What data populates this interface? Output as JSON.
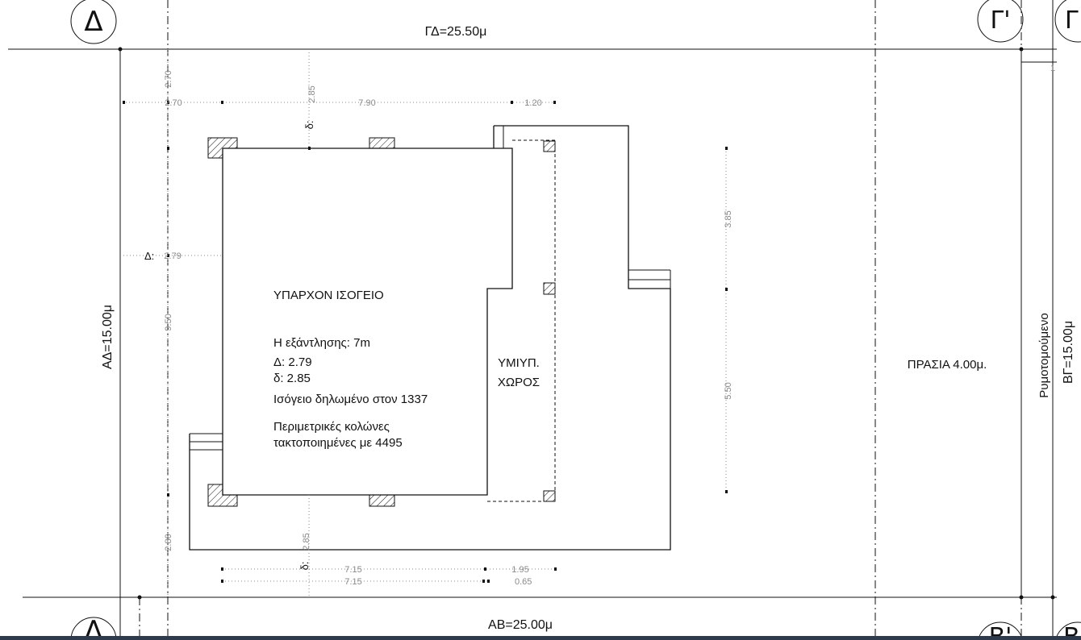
{
  "corners": {
    "top_left": "Δ",
    "top_right": "Γ'",
    "top_far_right": "Γ",
    "bottom_left": "Δ",
    "bottom_right": "Β'",
    "bottom_far_right": "Β"
  },
  "boundaries": {
    "top": "ΓΔ=25.50μ",
    "bottom": "ΑΒ=25.00μ",
    "left": "ΑΔ=15.00μ",
    "right": "ΒΓ=15.00μ",
    "right_note": "Ρυμοτομούμενο"
  },
  "building": {
    "title": "ΥΠΑΡΧΟΝ ΙΣΟΓΕΙΟ",
    "height_line": "Η εξάντλησης: 7m",
    "big_delta": "Δ: 2.79",
    "small_delta": "δ: 2.85",
    "declared": "Ισόγειο δηλωμένο στον 1337",
    "columns_line1": "Περιμετρικές κολώνες",
    "columns_line2": "τακτοποιημένες με 4495"
  },
  "storage": {
    "line1": "ΥΜΙΥΠ.",
    "line2": "ΧΩΡΟΣ"
  },
  "green": {
    "label": "ΠΡΑΣΙΑ  4.00μ."
  },
  "markers": {
    "delta_cap": "Δ:",
    "delta_small": "δ:",
    "right_digit": "1"
  },
  "dimensions": {
    "left_top": "2.70",
    "left_mid": "9.50",
    "left_bottom": "2.80",
    "top_row_1": "2.70",
    "top_row_2": "7.90",
    "top_row_3": "1.20",
    "top_small": "2.85",
    "delta_value": "2.79",
    "right_top": "3.85",
    "right_bottom": "5.50",
    "bottom_small": "2.85",
    "bottom_row1_a": "7.15",
    "bottom_row1_b": "1.95",
    "bottom_row2_a": "7.15",
    "bottom_row2_b": "0.65"
  }
}
